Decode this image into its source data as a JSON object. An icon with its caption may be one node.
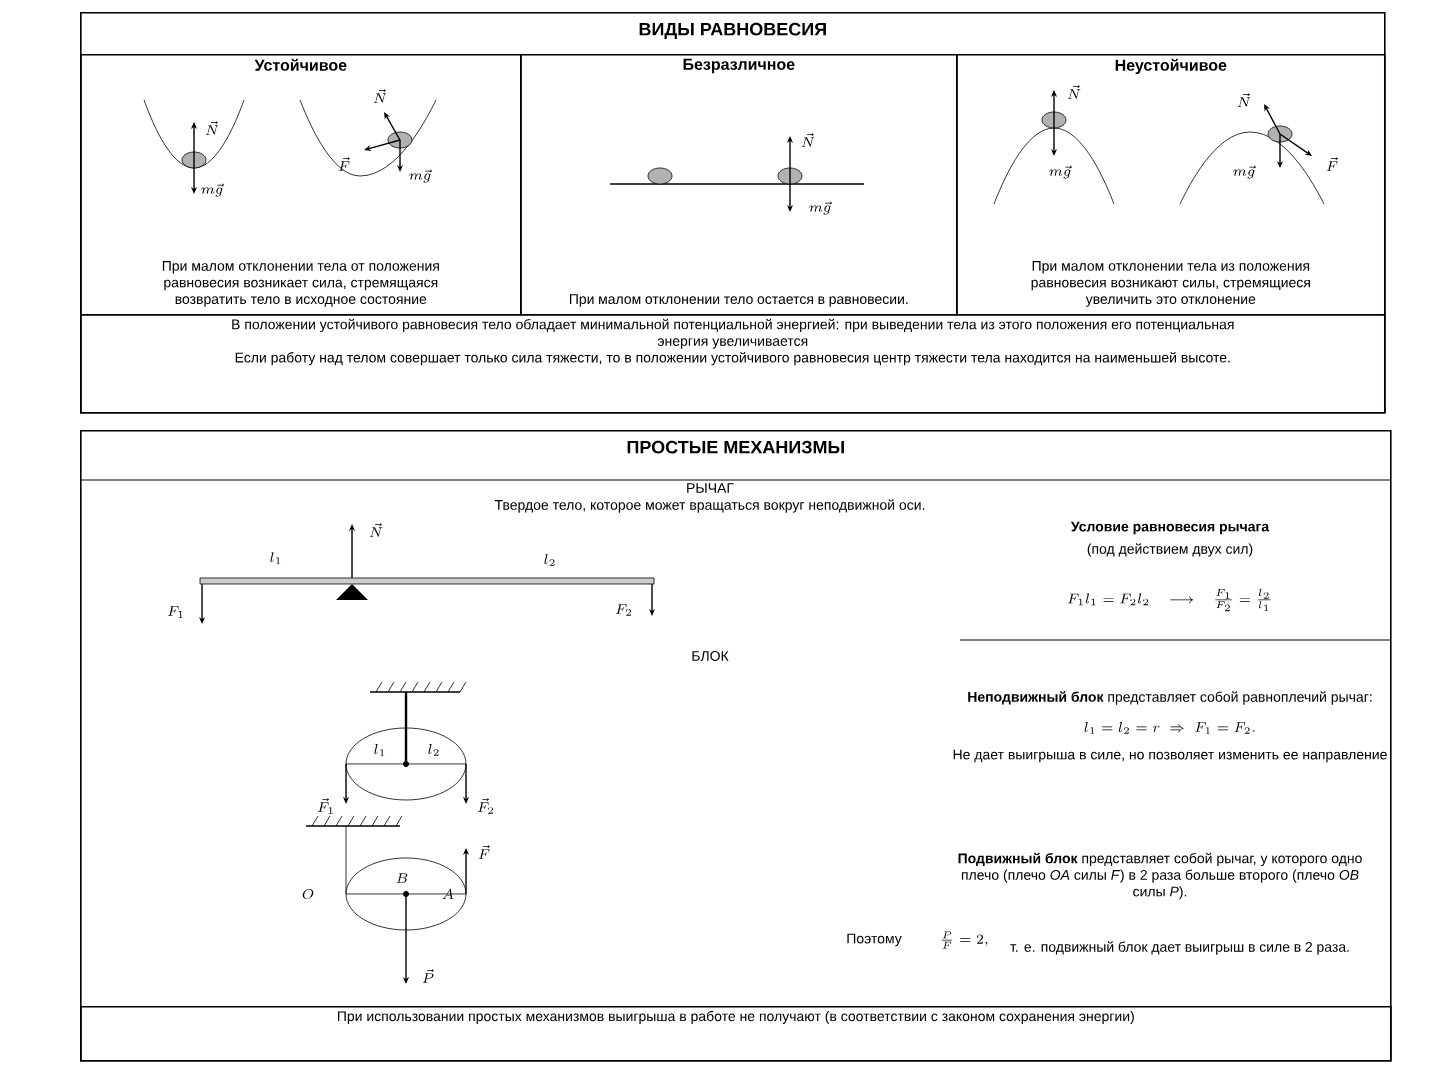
{
  "diagram": {
    "nodes": [
      {
        "text": [
          "ВИДЫ РАВНОВЕСИЯ"
        ]
      },
      {
        "text": [
          "Устойчивое",
          "При малом отклонении тела от положения равновесия возникает сила, стремящаяся возвратить тело в исходное состояние"
        ],
        "in": 0
      },
      {
        "text": [
          "Безразличное",
          "При малом отклонении тело остается в равновесии."
        ],
        "in": 0
      },
      {
        "text": [
          "Неустойчивое",
          "При малом отклонении тела из положения равновесия возникают силы, стремящиеся увеличить это отклонение"
        ],
        "in": 0
      },
      {
        "text": [
          "В положении устойчивого равновесия тело обладает минимальной потенциальной энергией: при выведении тела из этого положения его потенциальная энергия увеличивается",
          "Если работу над телом совершает только сила тяжести, то в положении устойчивого равновесия центр тяжести тела находится на наименьшей высоте."
        ],
        "in": 0
      },
      {
        "text": [
          "ПРОСТЫЕ МЕХАНИЗМЫ"
        ]
      },
      {
        "text": [
          "При использовании простых механизмов выигрыша в работе не получают (в соответствии с законом сохранения энергии)"
        ],
        "in": 5
      }
    ],
    "labels": [
      "\\vec{N}",
      "m\\vec{g}",
      "\\vec{N}",
      "\\vec{F}",
      "m\\vec{g}",
      "\\vec{N}",
      "m\\vec{g}",
      "\\vec{N}",
      "m\\vec{g}",
      "\\vec{N}",
      "\\vec{F}",
      "m\\vec{g}",
      "РЫЧАГ",
      "Твердое тело, которое может вращаться вокруг неподвижной оси.",
      "l_1",
      "\\vec{N}",
      "l_2",
      "F_1",
      "F_2",
      "Условие равновесия рычага",
      "(под действием двух сил)",
      "F_1 l_1 = F_2 l_2 \\quad \\longrightarrow \\quad \\frac{F_1}{F_2} = \\frac{l_2}{l_1}",
      "БЛОК",
      "l_1",
      "l_2",
      "\\vec{F}_1",
      "\\vec{F}_2",
      "O",
      "B",
      "A",
      "\\vec{F}",
      "\\vec{P}",
      "**Неподвижный блок** представляет собой равноплечий рычаг:",
      "l_1 = l_2 = r \\;\\Rightarrow\\; F_1 = F_2.",
      "Не дает выигрыша в силе, но позволяет изменить ее направление",
      "**Подвижный блок** представляет собой рычаг, у которого одно плечо (плечо *OA* силы *F*) в 2 раза больше второго (плечо *OB* силы *P*).",
      "Поэтому",
      "\\frac{P}{F} = 2,",
      "т. е. подвижный блок дает выигрыш в силе в 2 раза."
    ]
  }
}
